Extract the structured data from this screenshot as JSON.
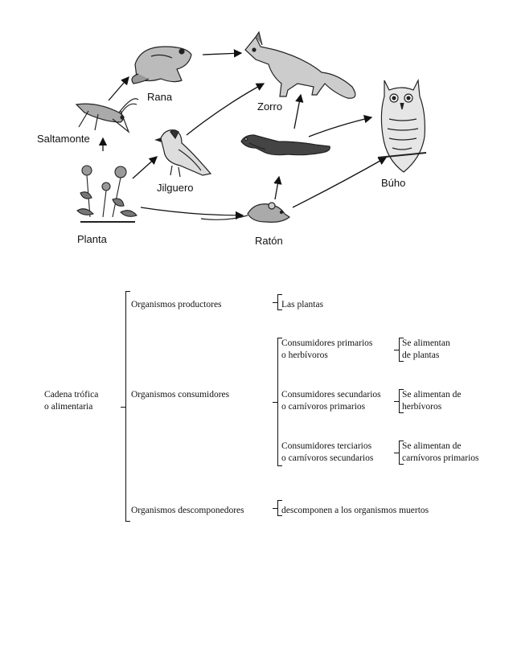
{
  "food_web": {
    "labels": {
      "rana": "Rana",
      "zorro": "Zorro",
      "saltamonte": "Saltamonte",
      "jilguero": "Jilguero",
      "buho": "Búho",
      "planta": "Planta",
      "raton": "Ratón"
    }
  },
  "classification": {
    "root": {
      "line1": "Cadena trófica",
      "line2": "o alimentaria"
    },
    "producers": {
      "label": "Organismos productores",
      "detail": "Las plantas"
    },
    "consumers": {
      "label": "Organismos consumidores",
      "primary": {
        "line1": "Consumidores primarios",
        "line2": "o herbívoros",
        "diet1": "Se alimentan",
        "diet2": "de plantas"
      },
      "secondary": {
        "line1": "Consumidores secundarios",
        "line2": "o carnívoros primarios",
        "diet1": "Se alimentan de",
        "diet2": "herbívoros"
      },
      "tertiary": {
        "line1": "Consumidores terciarios",
        "line2": "o carnívoros secundarios",
        "diet1": "Se alimentan de",
        "diet2": "carnívoros primarios"
      }
    },
    "decomposers": {
      "label": "Organismos descomponedores",
      "detail": "descomponen a los organismos muertos"
    }
  }
}
